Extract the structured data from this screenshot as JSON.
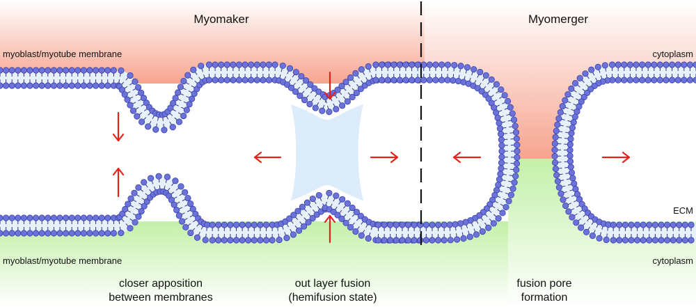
{
  "titles": {
    "left": "Myomaker",
    "right": "Myomerger"
  },
  "labels": {
    "membrane_top": "myoblast/myotube membrane",
    "membrane_bottom": "myoblast/myotube membrane",
    "cytoplasm_top": "cytoplasm",
    "ecm": "ECM",
    "cytoplasm_bottom": "cytoplasm"
  },
  "captions": {
    "stage1": [
      "closer apposition",
      "between membranes"
    ],
    "stage2": [
      "out layer fusion",
      "(hemifusion state)"
    ],
    "stage3": [
      "fusion pore",
      "formation"
    ]
  },
  "colors": {
    "cytoplasm_gradient": "#f7a48f",
    "ecm_gradient": "#c3f0a8",
    "lipid_head": "#6b73d9",
    "lipid_head_stroke": "#3a3fa8",
    "lipid_tail": "#2e337a",
    "membrane_core": "#e6f1fb",
    "hemifusion_fill": "#dcecfa",
    "arrow": "#e8201b",
    "divider": "#111111"
  }
}
